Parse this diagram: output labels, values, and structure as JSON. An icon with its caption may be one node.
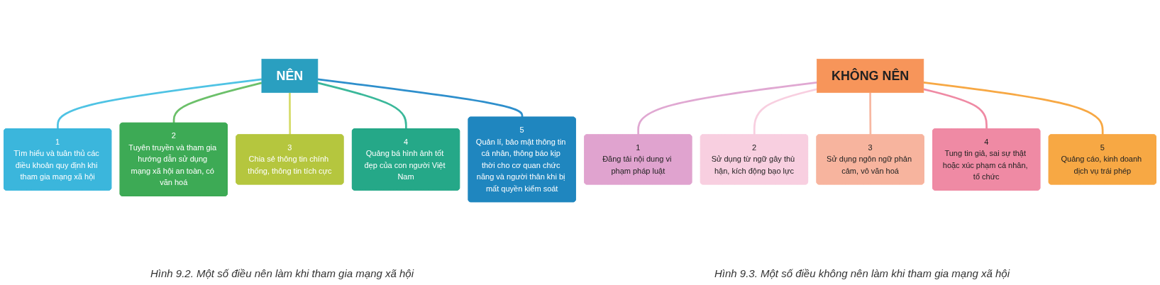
{
  "diagram": {
    "nodes": [
      {
        "text": [
          "NÊN"
        ]
      },
      {
        "text": [
          "1",
          "Tìm hiểu và tuân thủ các điều khoản quy định khi tham gia mạng xã hội"
        ]
      },
      {
        "text": [
          "2",
          "Tuyên truyền và tham gia hướng dẫn sử dụng mạng xã hội an toàn, có văn hoá"
        ]
      },
      {
        "text": [
          "3",
          "Chia sẻ thông tin chính thống, thông tin tích cực"
        ]
      },
      {
        "text": [
          "4",
          "Quảng bá hình ảnh tốt đẹp của con người Việt Nam"
        ]
      },
      {
        "text": [
          "5",
          "Quản lí, bảo mật thông tin cá nhân, thông báo kịp thời cho cơ quan chức năng và người thân khi bị mất quyền kiểm soát"
        ]
      },
      {
        "text": [
          "KHÔNG NÊN"
        ]
      },
      {
        "text": [
          "1",
          "Đăng tải nội dung vi phạm pháp luật"
        ]
      },
      {
        "text": [
          "2",
          "Sử dụng từ ngữ gây thù hận, kích động bạo lực"
        ]
      },
      {
        "text": [
          "3",
          "Sử dụng ngôn ngữ phản cảm, vô văn hoá"
        ]
      },
      {
        "text": [
          "4",
          "Tung tin giả, sai sự thật hoặc xúc phạm cá nhân, tổ chức"
        ]
      },
      {
        "text": [
          "5",
          "Quảng cáo, kinh doanh dịch vụ trái phép"
        ]
      }
    ],
    "edges": [
      {
        "from": 0,
        "to": 1,
        "arrow": "none",
        "color": "#4fc3e4"
      },
      {
        "from": 0,
        "to": 2,
        "arrow": "none",
        "color": "#6cc06a"
      },
      {
        "from": 0,
        "to": 3,
        "arrow": "none",
        "color": "#d6dc6a"
      },
      {
        "from": 0,
        "to": 4,
        "arrow": "none",
        "color": "#3bb89a"
      },
      {
        "from": 0,
        "to": 5,
        "arrow": "none",
        "color": "#2e8fcc"
      },
      {
        "from": 6,
        "to": 7,
        "arrow": "none",
        "color": "#e0a8d2"
      },
      {
        "from": 6,
        "to": 8,
        "arrow": "none",
        "color": "#f8cfe0"
      },
      {
        "from": 6,
        "to": 9,
        "arrow": "none",
        "color": "#f7b8a2"
      },
      {
        "from": 6,
        "to": 10,
        "arrow": "none",
        "color": "#ef8aa4"
      },
      {
        "from": 6,
        "to": 11,
        "arrow": "none",
        "color": "#f7a844"
      }
    ],
    "labels": [
      "Hình 9.2. Một số điều nên làm khi tham gia mạng xã hội",
      "Hình 9.3. Một số điều không nên làm khi tham gia mạng xã hội"
    ]
  }
}
